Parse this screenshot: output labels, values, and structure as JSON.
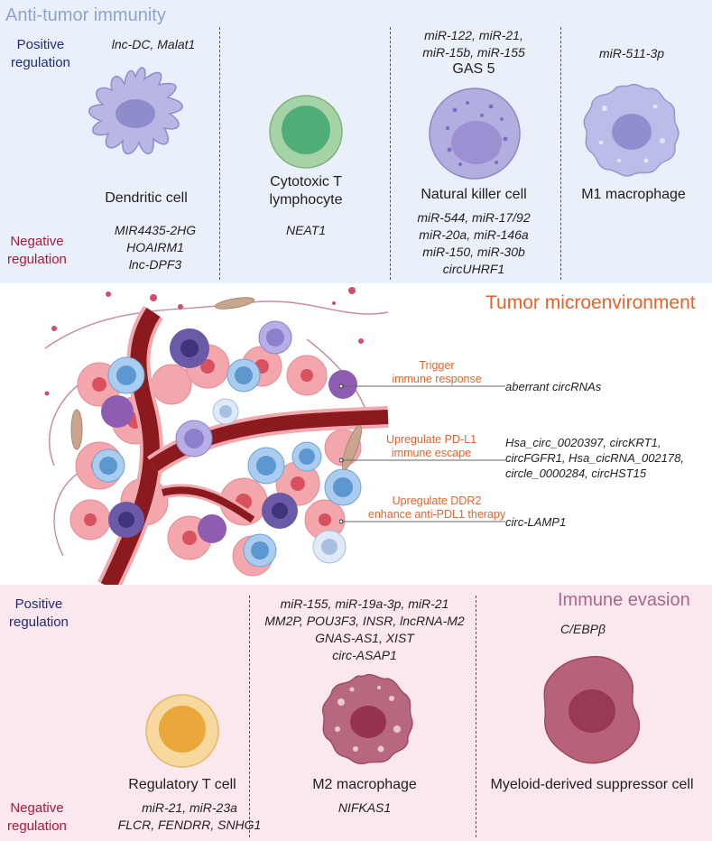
{
  "top": {
    "title": "Anti-tumor immunity",
    "positive_label": [
      "Positive",
      "regulation"
    ],
    "negative_label": [
      "Negative",
      "regulation"
    ],
    "cells": [
      {
        "name": [
          "Dendritic cell"
        ],
        "positive": [
          "lnc-DC, Malat1"
        ],
        "negative": [
          "MIR4435-2HG",
          "HOAIRM1",
          "lnc-DPF3"
        ]
      },
      {
        "name": [
          "Cytotoxic T",
          "lymphocyte"
        ],
        "positive": [],
        "negative": [
          "NEAT1"
        ]
      },
      {
        "name": [
          "Natural killer cell"
        ],
        "positive": [
          "miR-122, miR-21,",
          "miR-15b, miR-155"
        ],
        "positive_extra": "GAS 5",
        "negative": [
          "miR-544, miR-17/92",
          "miR-20a, miR-146a",
          "miR-150, miR-30b",
          "circUHRF1"
        ]
      },
      {
        "name": [
          "M1 macrophage"
        ],
        "positive": [
          "miR-511-3p"
        ],
        "negative": []
      }
    ]
  },
  "middle": {
    "title": "Tumor microenvironment",
    "events": [
      {
        "label": [
          "Trigger",
          "immune response"
        ],
        "targets": [
          "aberrant circRNAs"
        ]
      },
      {
        "label": [
          "Upregulate PD-L1",
          "immune escape"
        ],
        "targets": [
          "Hsa_circ_0020397, circKRT1,",
          "circFGFR1, Hsa_cicRNA_002178,",
          "circle_0000284, circHST15"
        ]
      },
      {
        "label": [
          "Upregulate DDR2",
          "enhance anti-PDL1 therapy"
        ],
        "targets": [
          "circ-LAMP1"
        ]
      }
    ]
  },
  "bottom": {
    "title": "Immune evasion",
    "positive_label": [
      "Positive",
      "regulation"
    ],
    "negative_label": [
      "Negative",
      "regulation"
    ],
    "cells": [
      {
        "name": [
          "Regulatory T cell"
        ],
        "positive": [],
        "negative": [
          "miR-21, miR-23a",
          "FLCR, FENDRR, SNHG1"
        ]
      },
      {
        "name": [
          "M2 macrophage"
        ],
        "positive": [
          "miR-155, miR-19a-3p, miR-21",
          "MM2P, POU3F3, INSR, lncRNA-M2",
          "GNAS-AS1, XIST",
          "circ-ASAP1"
        ],
        "negative": [
          "NIFKAS1"
        ]
      },
      {
        "name": [
          "Myeloid-derived suppressor cell"
        ],
        "positive": [
          "C/EBPβ"
        ],
        "negative": []
      }
    ]
  },
  "colors": {
    "top_bg": "#eaf0f9",
    "bottom_bg": "#fbe7ee",
    "positive": "#1e2c7a",
    "negative": "#b3163a",
    "accent_orange": "#e5632a"
  }
}
